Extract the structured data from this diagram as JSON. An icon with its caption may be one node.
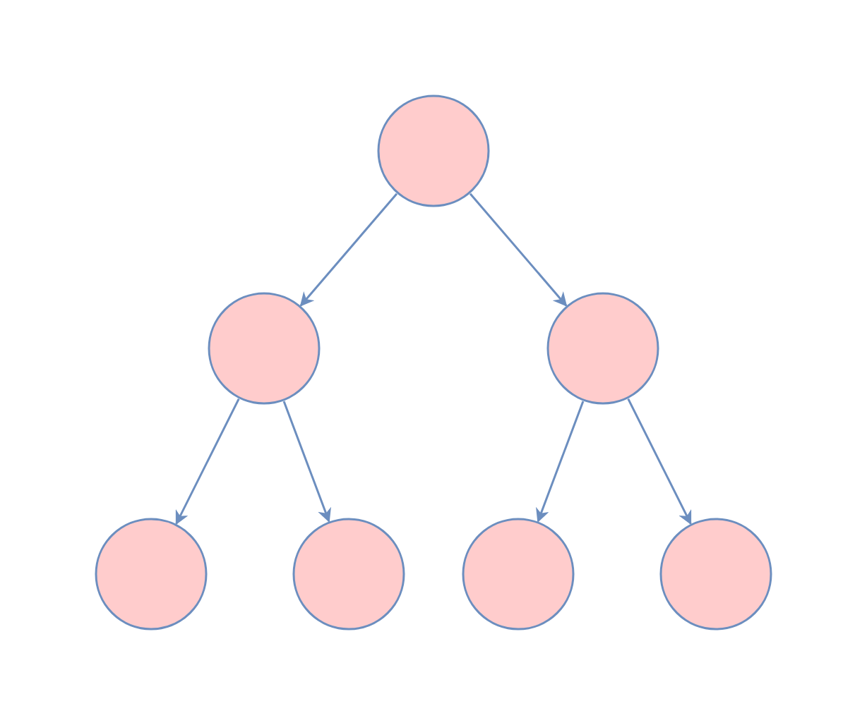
{
  "diagram": {
    "nodes": [
      {
        "text": [],
        "shape": "circle"
      },
      {
        "text": [],
        "shape": "circle"
      },
      {
        "text": [],
        "shape": "circle"
      },
      {
        "text": [],
        "shape": "circle"
      },
      {
        "text": [],
        "shape": "circle"
      },
      {
        "text": [],
        "shape": "circle"
      },
      {
        "text": [],
        "shape": "circle"
      }
    ],
    "edges": [
      {
        "from": 0,
        "to": 1,
        "arrow": "to"
      },
      {
        "from": 0,
        "to": 2,
        "arrow": "to"
      },
      {
        "from": 1,
        "to": 3,
        "arrow": "to"
      },
      {
        "from": 1,
        "to": 4,
        "arrow": "to"
      },
      {
        "from": 2,
        "to": 5,
        "arrow": "to"
      },
      {
        "from": 2,
        "to": 6,
        "arrow": "to"
      }
    ]
  }
}
